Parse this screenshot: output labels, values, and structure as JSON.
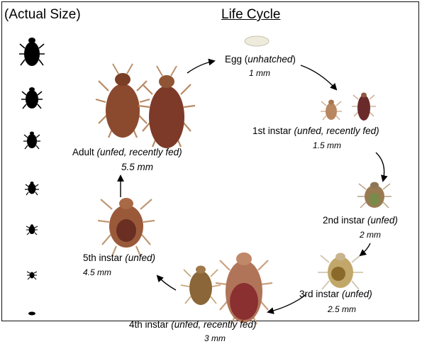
{
  "header": {
    "actual_size_label": "(Actual Size)",
    "title": "Life Cycle"
  },
  "stages": [
    {
      "key": "egg",
      "name": "Egg (",
      "qualifier": "unhatched",
      "close": ")",
      "size": "1 mm"
    },
    {
      "key": "instar1",
      "name": "1st instar ",
      "qualifier": "(unfed, recently fed)",
      "close": "",
      "size": "1.5 mm"
    },
    {
      "key": "instar2",
      "name": "2nd instar ",
      "qualifier": "(unfed)",
      "close": "",
      "size": "2 mm"
    },
    {
      "key": "instar3",
      "name": "3rd instar ",
      "qualifier": "(unfed)",
      "close": "",
      "size": "2.5 mm"
    },
    {
      "key": "instar4",
      "name": "4th instar ",
      "qualifier": "(unfed, recently fed)",
      "close": "",
      "size": "3 mm"
    },
    {
      "key": "instar5",
      "name": "5th instar ",
      "qualifier": "(unfed)",
      "close": "",
      "size": "4.5 mm"
    },
    {
      "key": "adult",
      "name": "Adult ",
      "qualifier": "(unfed, recently fed)",
      "close": "",
      "size": "5.5 mm"
    }
  ],
  "actual_size_icons": [
    "adult-silhouette-icon",
    "5th-instar-silhouette-icon",
    "4th-instar-silhouette-icon",
    "3rd-instar-silhouette-icon",
    "2nd-instar-silhouette-icon",
    "1st-instar-silhouette-icon",
    "egg-silhouette-icon"
  ],
  "colors": {
    "unfed_body": "#9a5a3a",
    "fed_body": "#6e2a22",
    "nymph_light": "#c8a77a",
    "silhouette": "#000000",
    "egg": "#eeeadc"
  }
}
